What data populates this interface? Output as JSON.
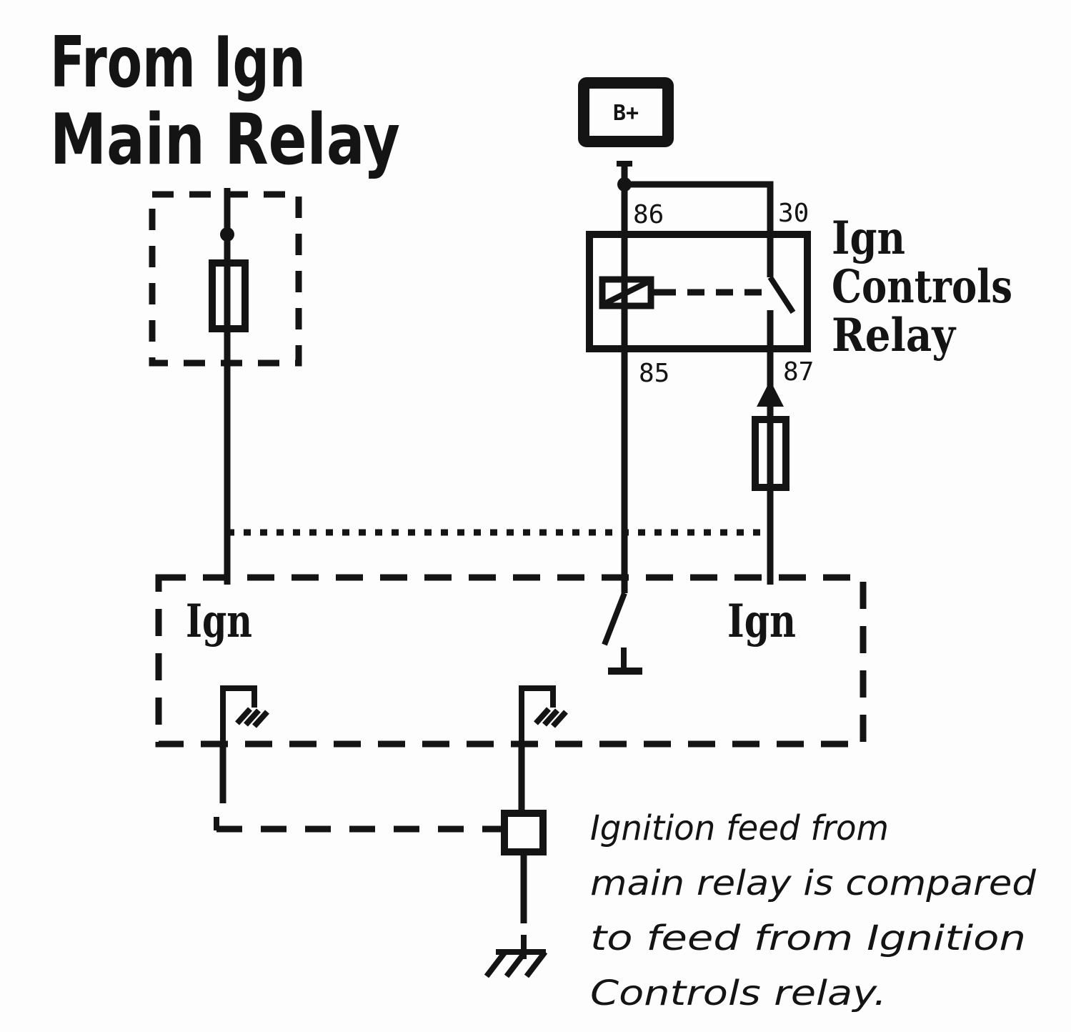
{
  "title": {
    "line1": "From Ign",
    "line2": "Main Relay"
  },
  "battery": {
    "label": "B+"
  },
  "relay": {
    "label": {
      "line1": "Ign",
      "line2": "Controls",
      "line3": "Relay"
    },
    "terminals": {
      "t86": "86",
      "t30": "30",
      "t85": "85",
      "t87": "87"
    }
  },
  "ecu": {
    "left_label": "Ign",
    "right_label": "Ign"
  },
  "note": {
    "line1": "Ignition feed from",
    "line2": "main relay is compared",
    "line3": "to feed from Ignition",
    "line4": "Controls relay."
  },
  "icons": {
    "battery_terminal": "b-plus-terminal",
    "fuse": "fuse-rectangle",
    "relay_coil": "coil-with-diagonal",
    "relay_switch": "angled-blade-contact",
    "junction": "solid-dot",
    "flow_arrow": "up-arrowhead",
    "internal_ground": "hooked-hatch-ground",
    "chassis_ground": "bar-with-three-hatches",
    "connector": "small-square"
  },
  "colors": {
    "ink": "#141414",
    "background": "#fdfdfd"
  }
}
